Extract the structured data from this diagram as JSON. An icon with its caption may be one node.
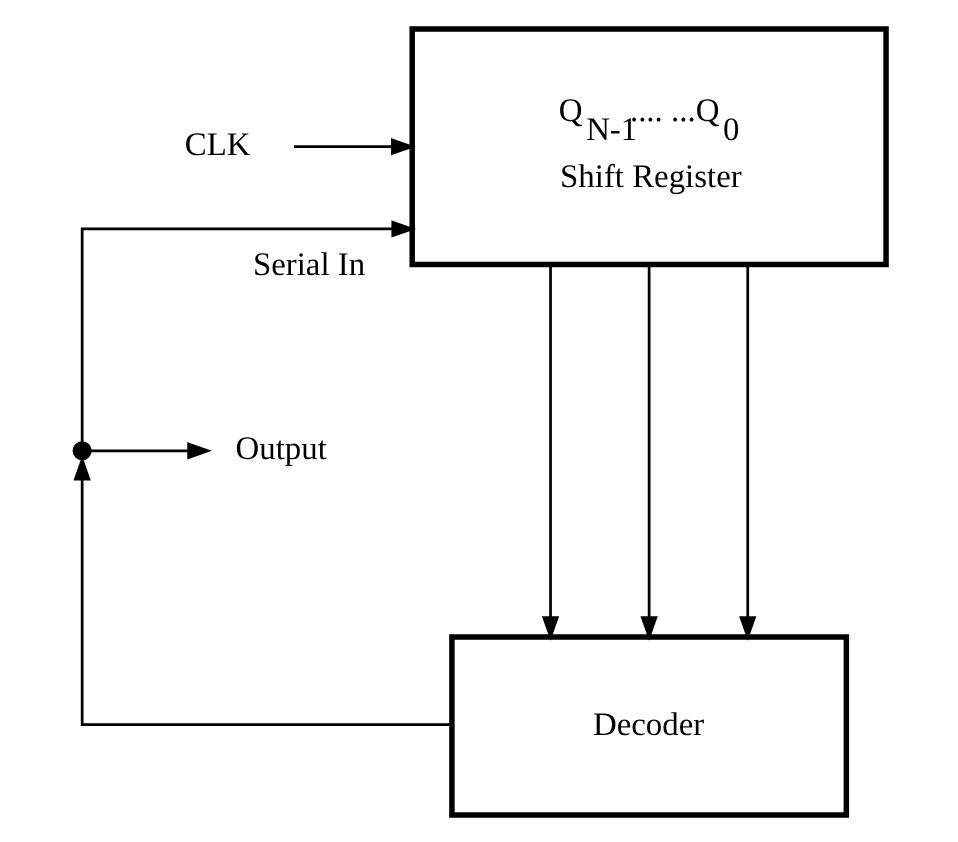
{
  "diagram": {
    "nodes": [
      {
        "text": [
          "Decoder"
        ]
      },
      {
        "text": [
          "Q$_{N-1}$.... ...Q$_{0}$",
          "Shift Register"
        ]
      },
      {
        "text": [
          "Output"
        ]
      },
      {
        "text": [
          "CLK"
        ]
      },
      {
        "text": [],
        "shape": "circle"
      }
    ],
    "edges": [
      {
        "from": 1,
        "to": 0,
        "arrow": "to"
      },
      {
        "from": 1,
        "to": 0,
        "arrow": "to"
      },
      {
        "from": 1,
        "to": 0,
        "arrow": "to"
      },
      {
        "from": 0,
        "to": 4,
        "arrow": "to"
      },
      {
        "from": 4,
        "to": 2,
        "arrow": "to"
      },
      {
        "from": 4,
        "to": 1,
        "arrow": "to",
        "label": "Serial In"
      },
      {
        "from": 3,
        "to": 1,
        "arrow": "to"
      }
    ]
  }
}
